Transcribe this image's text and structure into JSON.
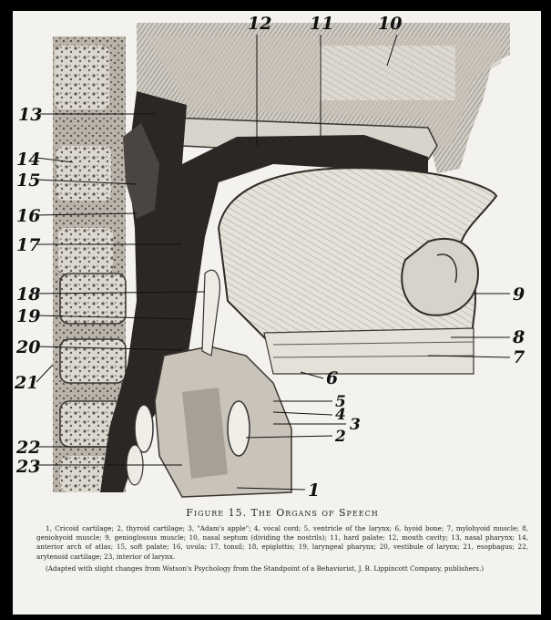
{
  "figure": {
    "labels": {
      "l1": "1",
      "l2": "2",
      "l3": "3",
      "l4": "4",
      "l5": "5",
      "l6": "6",
      "l7": "7",
      "l8": "8",
      "l9": "9",
      "l10": "10",
      "l11": "11",
      "l12": "12",
      "l13": "13",
      "l14": "14",
      "l15": "15",
      "l16": "16",
      "l17": "17",
      "l18": "18",
      "l19": "19",
      "l20": "20",
      "l21": "21",
      "l22": "22",
      "l23": "23"
    }
  },
  "caption": {
    "title": "Figure 15. The Organs of Speech",
    "body": "1, Cricoid cartilage; 2, thyroid cartilage; 3, \"Adam's apple\"; 4, vocal cord; 5, ventricle of the larynx; 6, hyoid bone; 7, mylohyoid muscle; 8, geniohyoid muscle; 9, genioglossus muscle; 10, nasal septum (dividing the nostrils); 11, hard palate; 12, mouth cavity; 13, nasal pharynx; 14, anterior arch of atlas; 15, soft palate; 16, uvula; 17, tonsil; 18, epiglottis; 19, laryngeal pharynx; 20, vestibule of larynx; 21, esophagus; 22, arytenoid cartilage; 23, interior of larynx.",
    "credit": "(Adapted with slight changes from Watson's Psychology from the Standpoint of a Behaviorist, J. B. Lippincott Company, publishers.)"
  }
}
